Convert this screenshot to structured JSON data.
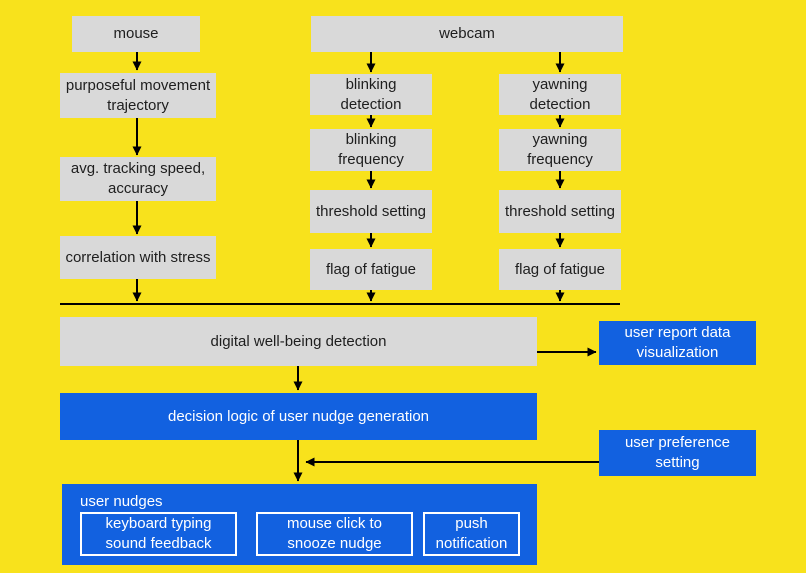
{
  "colors": {
    "background": "#F8E21C",
    "box_gray": "#D9D9D9",
    "box_blue": "#1261E0",
    "text_dark": "#1E1E1E",
    "text_light": "#FFFFFF",
    "arrow": "#000000"
  },
  "nodes": {
    "mouse": "mouse",
    "webcam": "webcam",
    "movement_trajectory": "purposeful movement trajectory",
    "tracking_speed": "avg. tracking speed, accuracy",
    "correlation_stress": "correlation with stress",
    "blinking_detection": "blinking detection",
    "blinking_frequency": "blinking frequency",
    "blinking_threshold": "threshold setting",
    "blinking_flag": "flag of fatigue",
    "yawning_detection": "yawning detection",
    "yawning_frequency": "yawning frequency",
    "yawning_threshold": "threshold setting",
    "yawning_flag": "flag of fatigue",
    "wellbeing_detection": "digital well-being detection",
    "user_report": "user report data visualization",
    "decision_logic": "decision logic of user nudge generation",
    "user_preference": "user preference setting",
    "user_nudges_title": "user nudges",
    "nudge_keyboard": "keyboard typing sound feedback",
    "nudge_snooze": "mouse click to snooze nudge",
    "nudge_push": "push notification"
  }
}
